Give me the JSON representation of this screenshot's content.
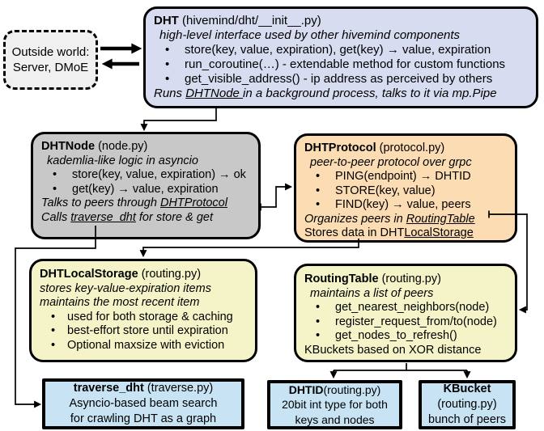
{
  "colors": {
    "dht_fill": "#d8dcf0",
    "node_fill": "#c8c8c8",
    "protocol_fill": "#fbdcb3",
    "storage_fill": "#f4f4c8",
    "bottom_fill": "#c8e4f4",
    "outside_fill": "#f0f0f0",
    "border": "#000000"
  },
  "outside_world": {
    "line1": "Outside world:",
    "line2": "Server, DMoE"
  },
  "dht_box": {
    "title": "DHT",
    "file": " (hivemind/dht/__init__.py)",
    "subtitle": "high-level interface used by other hivemind components",
    "bullets": [
      "store(key, value, expiration), get(key) → value, expiration",
      "run_coroutine(…) - extendable method for custom functions",
      "get_visible_address() - ip address as perceived by others"
    ],
    "footer": {
      "pre": "Runs ",
      "underlined": "DHTNode ",
      "post": "in a background process, talks to it via mp.Pipe"
    }
  },
  "dht_node_box": {
    "title": "DHTNode",
    "file": " (node.py)",
    "subtitle": "kademlia-like logic in asyncio",
    "bullets": [
      "store(key, value, expiration) → ok",
      "get(key) → value, expiration"
    ],
    "note1": {
      "pre": "Talks to peers through ",
      "underlined": "DHTProtocol"
    },
    "note2": {
      "pre": "Calls ",
      "underlined": "traverse_dht",
      "post": " for store & get"
    }
  },
  "dht_protocol_box": {
    "title": "DHTProtocol",
    "file": " (protocol.py)",
    "subtitle": "peer-to-peer protocol over grpc",
    "bullets": [
      "PING(endpoint) → DHTID",
      "STORE(key, value)",
      "FIND(key) → value, peers"
    ],
    "note1": {
      "pre": "Organizes peers in ",
      "underlined": "RoutingTable"
    },
    "note2": {
      "pre": "Stores data in DHT",
      "underlined": "LocalStorage"
    }
  },
  "local_storage_box": {
    "title": "DHTLocalStorage",
    "file": " (routing.py)",
    "subtitle1": "stores key-value-expiration items",
    "subtitle2": "maintains the most recent item",
    "bullets": [
      "used for both storage & caching",
      "best-effort store until expiration",
      "Optional maxsize with eviction"
    ]
  },
  "routing_table_box": {
    "title": "RoutingTable",
    "file": " (routing.py)",
    "subtitle": "maintains a list of peers",
    "bullets": [
      "get_nearest_neighbors(node)",
      "register_request_from/to(node)",
      "get_nodes_to_refresh()"
    ],
    "note": "KBuckets based on XOR distance"
  },
  "traverse_box": {
    "title": "traverse_dht",
    "file": " (traverse.py)",
    "line2": "Asyncio-based beam search",
    "line3": "for crawling DHT as a graph"
  },
  "dhtid_box": {
    "title": "DHTID",
    "file": "(routing.py)",
    "line2": "20bit int type for both",
    "line3": "keys and nodes"
  },
  "kbucket_box": {
    "title": "KBucket",
    "file": "(routing.py)",
    "line3": "bunch of peers"
  }
}
